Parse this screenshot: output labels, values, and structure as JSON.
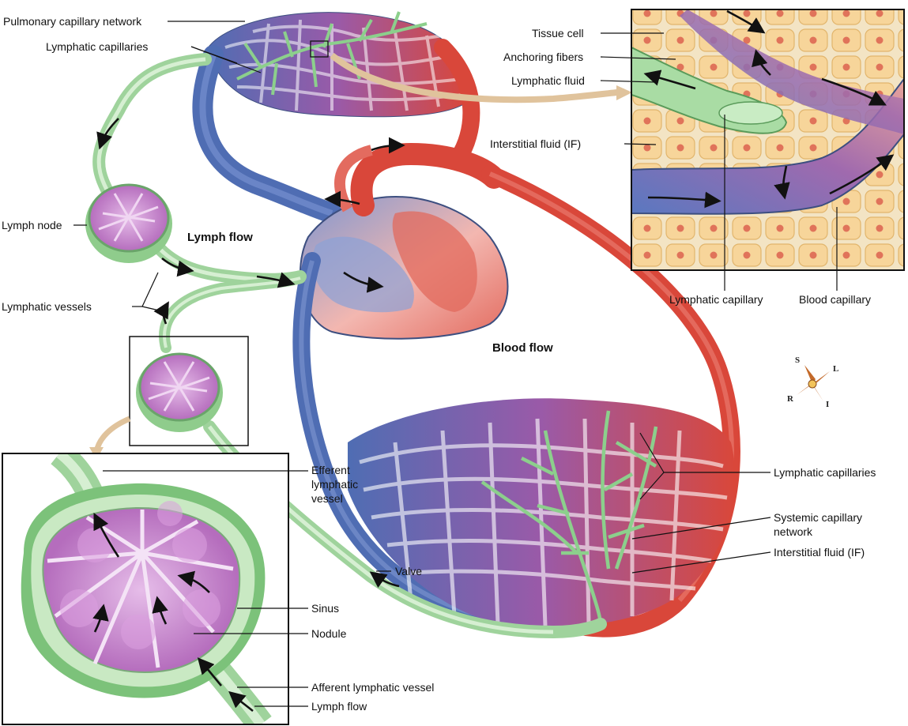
{
  "labels": {
    "pulmonary_capillary_network": "Pulmonary capillary network",
    "lymphatic_capillaries_top": "Lymphatic capillaries",
    "lymph_node": "Lymph node",
    "lymph_flow": "Lymph flow",
    "lymphatic_vessels": "Lymphatic vessels",
    "blood_flow": "Blood flow",
    "valve": "Valve",
    "lymphatic_capillaries_right": "Lymphatic capillaries",
    "systemic_capillary_network_1": "Systemic capillary",
    "systemic_capillary_network_2": "network",
    "interstitial_fluid_right": "Interstitial fluid (IF)"
  },
  "inset_tissue": {
    "tissue_cell": "Tissue cell",
    "anchoring_fibers": "Anchoring fibers",
    "lymphatic_fluid": "Lymphatic fluid",
    "interstitial_fluid": "Interstitial fluid (IF)",
    "lymphatic_capillary": "Lymphatic capillary",
    "blood_capillary": "Blood capillary"
  },
  "inset_node": {
    "efferent_1": "Efferent",
    "efferent_2": "lymphatic",
    "efferent_3": "vessel",
    "sinus": "Sinus",
    "nodule": "Nodule",
    "afferent": "Afferent lymphatic vessel",
    "lymph_flow": "Lymph flow"
  },
  "compass": {
    "s": "S",
    "l": "L",
    "r": "R",
    "i": "I"
  },
  "colors": {
    "vein_blue": "#4f6db3",
    "artery_red": "#d9473a",
    "capillary_purple": "#9a5aa8",
    "lymph_green": "#9fd39c",
    "node_pink": "#c888cf",
    "cell_fill": "#f7d8a0"
  }
}
